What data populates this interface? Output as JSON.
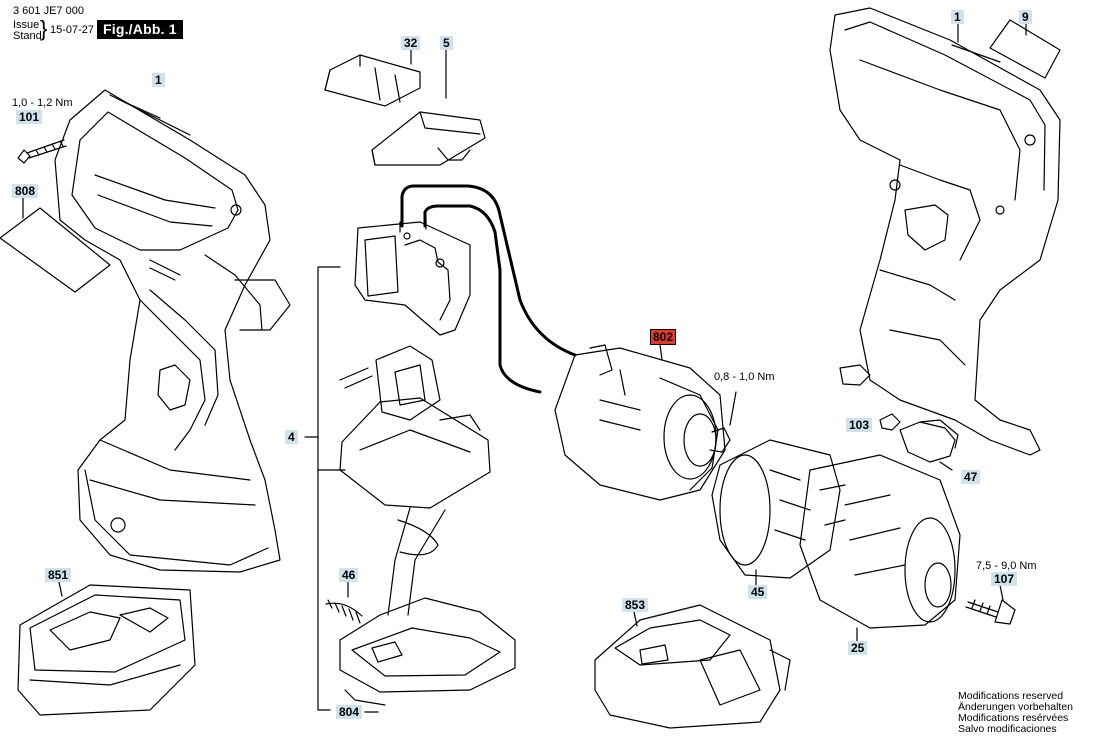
{
  "header": {
    "doc_number": "3 601 JE7 000",
    "issue_label": "Issue",
    "stand_label": "Stand",
    "date": "15-07-27",
    "figure": "Fig./Abb. 1"
  },
  "callouts": {
    "p1_left": "1",
    "p1_right": "1",
    "p9": "9",
    "p32": "32",
    "p5": "5",
    "p101": "101",
    "p808": "808",
    "p802": "802",
    "p4": "4",
    "p103": "103",
    "p47": "47",
    "p45": "45",
    "p46": "46",
    "p851": "851",
    "p853": "853",
    "p107": "107",
    "p25": "25",
    "p804": "804"
  },
  "torques": {
    "t101": "1,0 - 1,2 Nm",
    "t802": "0,8 - 1,0 Nm",
    "t107": "7,5 - 9,0 Nm"
  },
  "notes": [
    "Modifications reserved",
    "Änderungen vorbehalten",
    "Modifications resérvées",
    "Salvo modificaciones"
  ],
  "colors": {
    "callout_fill": "#cfe3ee",
    "highlight_fill": "#e23a2a",
    "line": "#000000"
  }
}
